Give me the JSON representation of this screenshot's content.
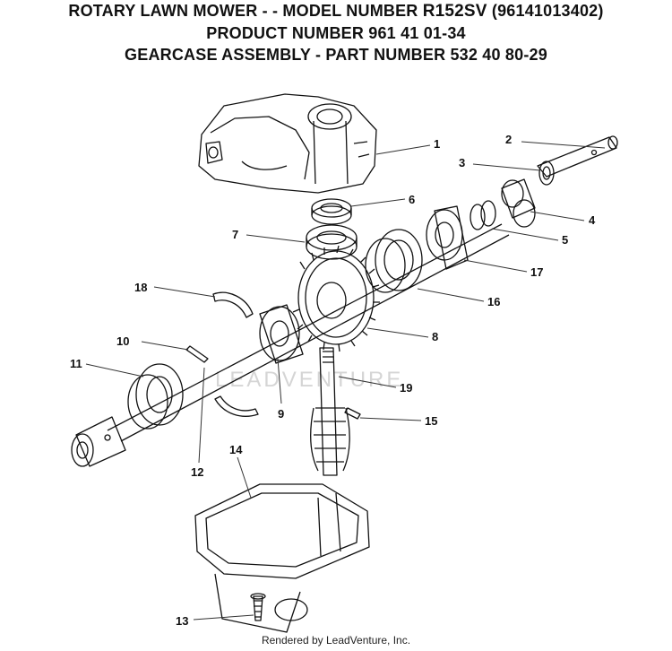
{
  "title": {
    "line1_prefix": "ROTARY LAWN MOWER - - MODEL NUMBER",
    "line1_model": "R152SV",
    "line1_suffix": "(96141013402)",
    "line2": "PRODUCT NUMBER 961 41 01-34",
    "line3": "GEARCASE ASSEMBLY - PART NUMBER 532 40 80-29"
  },
  "watermark": "LEADVENTURE",
  "footer": "Rendered by LeadVenture, Inc.",
  "callouts": [
    "1",
    "2",
    "3",
    "4",
    "5",
    "6",
    "7",
    "8",
    "9",
    "10",
    "11",
    "12",
    "13",
    "14",
    "15",
    "16",
    "17",
    "18",
    "19"
  ]
}
